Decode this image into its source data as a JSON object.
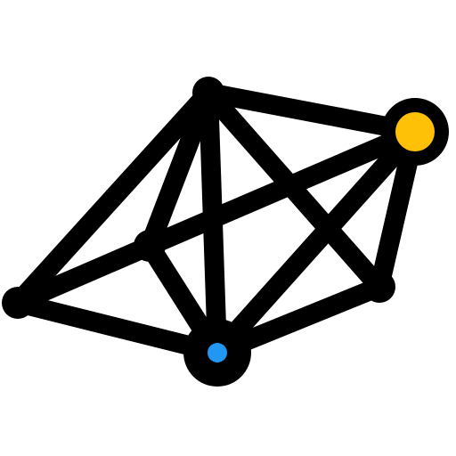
{
  "colors": {
    "background": "#ffffff",
    "stroke": "#000000",
    "node_default": "#000000",
    "accent_yellow": "#ffc107",
    "accent_blue": "#2196f3"
  },
  "nodes": [
    {
      "id": "top",
      "fill": "#000000",
      "size": "medium"
    },
    {
      "id": "right-top",
      "fill": "#ffc107",
      "size": "large"
    },
    {
      "id": "left",
      "fill": "#000000",
      "size": "medium"
    },
    {
      "id": "inner-left",
      "fill": "#000000",
      "size": "medium"
    },
    {
      "id": "right-bottom",
      "fill": "#000000",
      "size": "medium"
    },
    {
      "id": "bottom",
      "fill": "#2196f3",
      "size": "large"
    }
  ],
  "edges": [
    [
      "top",
      "right-top"
    ],
    [
      "top",
      "left"
    ],
    [
      "top",
      "inner-left"
    ],
    [
      "top",
      "bottom"
    ],
    [
      "top",
      "right-bottom"
    ],
    [
      "right-top",
      "inner-left"
    ],
    [
      "right-top",
      "bottom"
    ],
    [
      "right-top",
      "right-bottom"
    ],
    [
      "left",
      "inner-left"
    ],
    [
      "left",
      "bottom"
    ],
    [
      "inner-left",
      "bottom"
    ],
    [
      "bottom",
      "right-bottom"
    ]
  ]
}
